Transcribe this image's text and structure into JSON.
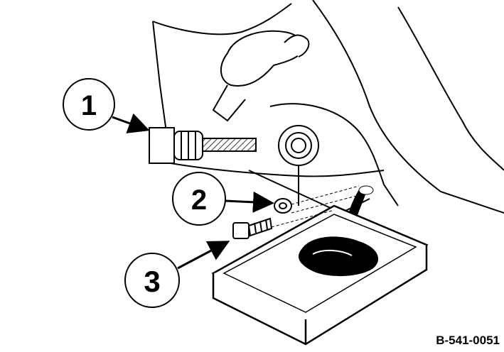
{
  "figure": {
    "reference_code": "B-541-0051",
    "callouts": [
      {
        "label": "1"
      },
      {
        "label": "2"
      },
      {
        "label": "3"
      }
    ]
  }
}
